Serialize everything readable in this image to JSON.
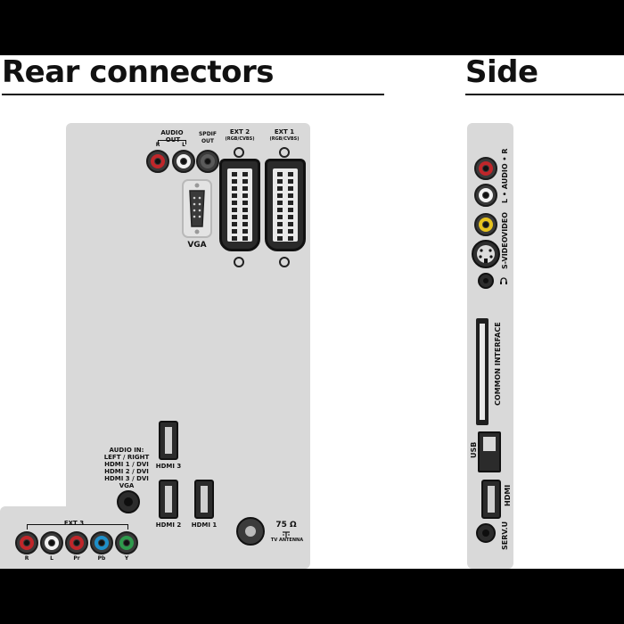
{
  "headings": {
    "rear": "Rear connectors",
    "side": "Side"
  },
  "rear": {
    "audio_out": {
      "title": "AUDIO",
      "out": "OUT",
      "r": "R",
      "l": "L"
    },
    "spdif": {
      "line1": "SPDIF",
      "line2": "OUT"
    },
    "ext2": {
      "title": "EXT 2",
      "sub": "(RGB/CVBS)"
    },
    "ext1": {
      "title": "EXT 1",
      "sub": "(RGB/CVBS)"
    },
    "vga": "VGA",
    "audio_in": {
      "line1": "AUDIO IN:",
      "line2": "LEFT / RIGHT",
      "line3": "HDMI 1 / DVI",
      "line4": "HDMI 2 / DVI",
      "line5": "HDMI 3 / DVI",
      "line6": "VGA"
    },
    "hdmi3": "HDMI 3",
    "hdmi2": "HDMI 2",
    "hdmi1": "HDMI 1",
    "antenna": {
      "ohm": "75 Ω",
      "label": "TV ANTENNA"
    },
    "ext3": {
      "title": "EXT 3",
      "jacks": [
        "R",
        "L",
        "Pr",
        "Pb",
        "Y"
      ]
    }
  },
  "side": {
    "audio": "L • AUDIO • R",
    "video": "VIDEO",
    "svideo": "S-VIDEO",
    "headphone_icon": "headphone-icon",
    "common_interface": "COMMON INTERFACE",
    "usb": "USB",
    "hdmi": "HDMI",
    "servu": "SERV.U"
  },
  "colors": {
    "red": "#c0262a",
    "white": "#f2f2f2",
    "yellow": "#e6c21e",
    "blue": "#1e8fc9",
    "green": "#2e9a4c",
    "panel": "#d9d9d9"
  }
}
